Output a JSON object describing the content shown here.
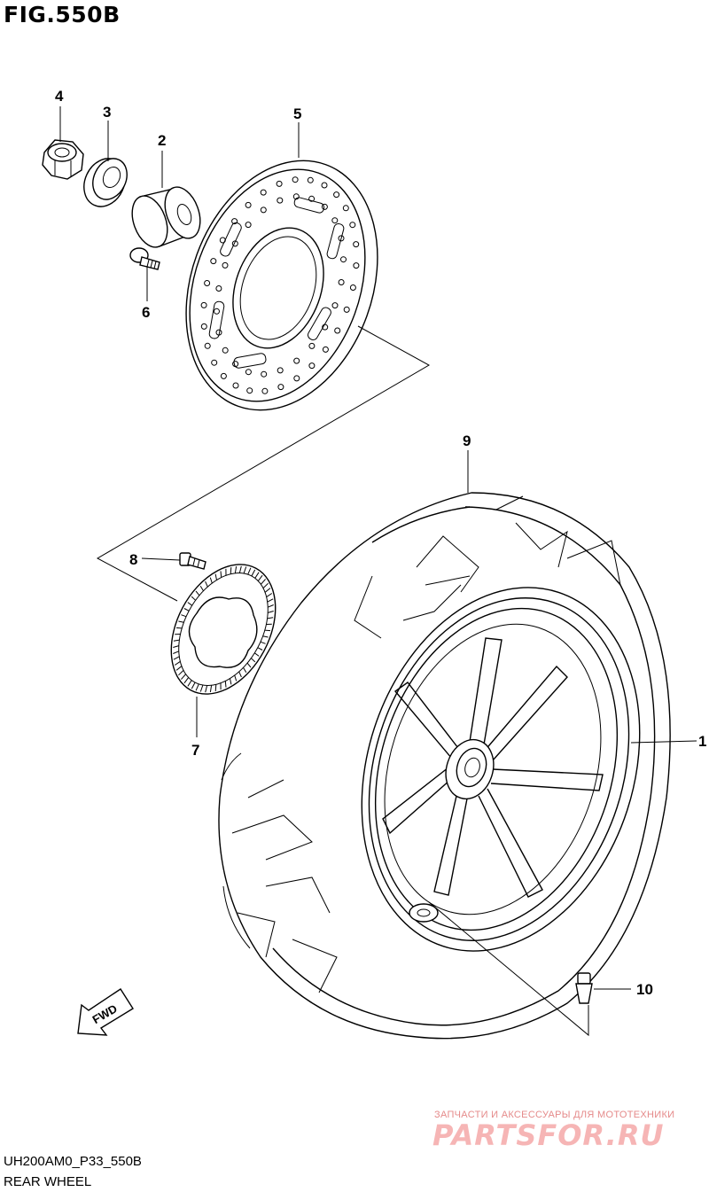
{
  "figure": {
    "title": "FIG.550B",
    "code": "UH200AM0_P33_550B",
    "caption": "REAR WHEEL"
  },
  "callouts": [
    "1",
    "2",
    "3",
    "4",
    "5",
    "6",
    "7",
    "8",
    "9",
    "10"
  ],
  "direction_label": "FWD",
  "watermark": {
    "tagline": "ЗАПЧАСТИ И АКСЕССУАРЫ ДЛЯ МОТОТЕХНИКИ",
    "logo": "PARTSFOR.RU"
  },
  "colors": {
    "line": "#000000",
    "watermark": "#e58a8a"
  }
}
